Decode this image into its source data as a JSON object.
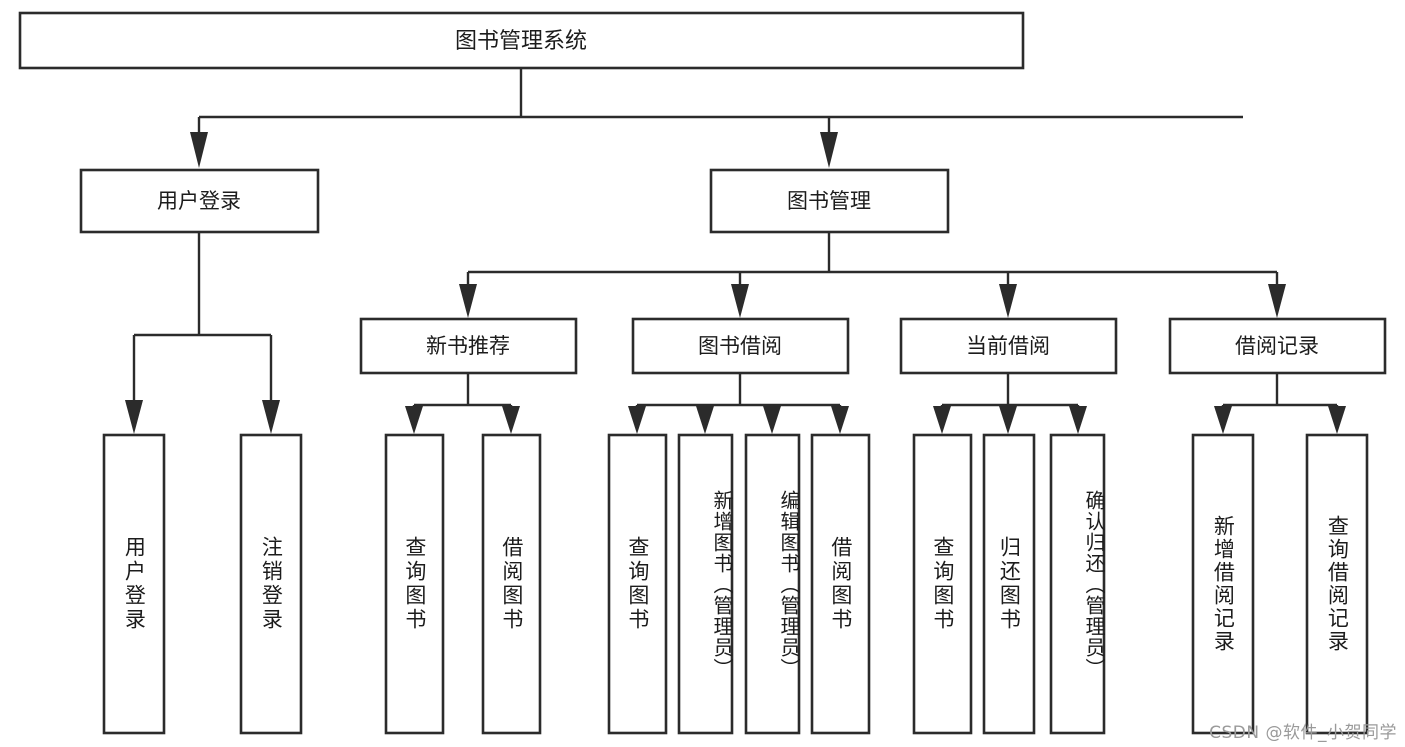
{
  "diagram": {
    "type": "tree-hierarchy",
    "title": "图书管理系统",
    "root": {
      "id": "root",
      "label": "图书管理系统"
    },
    "level2": [
      {
        "id": "user-login",
        "label": "用户登录"
      },
      {
        "id": "book-manage",
        "label": "图书管理"
      }
    ],
    "level3": [
      {
        "id": "new-book-rec",
        "label": "新书推荐",
        "parent": "book-manage"
      },
      {
        "id": "book-borrow",
        "label": "图书借阅",
        "parent": "book-manage"
      },
      {
        "id": "current-borrow",
        "label": "当前借阅",
        "parent": "book-manage"
      },
      {
        "id": "borrow-record",
        "label": "借阅记录",
        "parent": "book-manage"
      }
    ],
    "leaves": [
      {
        "id": "leaf-user-login",
        "label": "用户登录",
        "parent": "user-login"
      },
      {
        "id": "leaf-logout",
        "label": "注销登录",
        "parent": "user-login"
      },
      {
        "id": "leaf-query-book-1",
        "label": "查询图书",
        "parent": "new-book-rec"
      },
      {
        "id": "leaf-borrow-book-1",
        "label": "借阅图书",
        "parent": "new-book-rec"
      },
      {
        "id": "leaf-query-book-2",
        "label": "查询图书",
        "parent": "book-borrow"
      },
      {
        "id": "leaf-add-book",
        "label": "新增图书（管理员）",
        "parent": "book-borrow"
      },
      {
        "id": "leaf-edit-book",
        "label": "编辑图书（管理员）",
        "parent": "book-borrow"
      },
      {
        "id": "leaf-borrow-book-2",
        "label": "借阅图书",
        "parent": "book-borrow"
      },
      {
        "id": "leaf-query-book-3",
        "label": "查询图书",
        "parent": "current-borrow"
      },
      {
        "id": "leaf-return-book",
        "label": "归还图书",
        "parent": "current-borrow"
      },
      {
        "id": "leaf-confirm-return",
        "label": "确认归还（管理员）",
        "parent": "current-borrow"
      },
      {
        "id": "leaf-add-record",
        "label": "新增借阅记录",
        "parent": "borrow-record"
      },
      {
        "id": "leaf-query-record",
        "label": "查询借阅记录",
        "parent": "borrow-record"
      }
    ],
    "colors": {
      "stroke": "#2b2b2b",
      "fill": "#ffffff",
      "text": "#1c1c1c",
      "watermark": "#9a9a9a"
    }
  },
  "watermark": {
    "text": "CSDN @软件_小贺同学"
  }
}
